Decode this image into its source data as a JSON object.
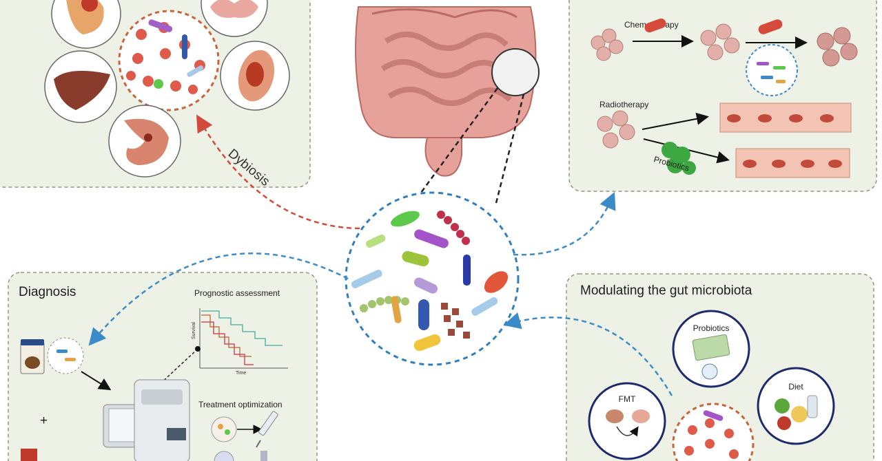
{
  "labels": {
    "dysbiosis": "Dybiosis",
    "chemotherapy": "Chemotherapy",
    "radiotherapy": "Radiotherapy",
    "probiotics_arrow": "Probiotics",
    "diagnosis": "Diagnosis",
    "prognostic": "Prognostic assessment",
    "survival_axis": "Survival",
    "time_axis": "Time",
    "treatment_opt": "Treatment optimization",
    "plus": "+",
    "modulating": "Modulating the gut microbiota",
    "probiotics_circle": "Probiotics",
    "diet": "Diet",
    "fmt": "FMT"
  },
  "colors": {
    "panel_fill": "#eef2e6",
    "panel_border": "#8f9a7a",
    "dysbiosis_arrow": "#d24a3a",
    "microbiota_arrow": "#3b8bc9",
    "zoom_line": "#222222",
    "intestine": "#e6a19a",
    "navy_circle": "#1d2a6b"
  },
  "icons": [
    "tumor-cluster-icon",
    "pill-capsule-icon",
    "bacteria-icon",
    "liver-icon",
    "stomach-icon",
    "intestine-icon",
    "stool-sample-icon",
    "sequencer-machine-icon",
    "syringe-icon",
    "petri-dish-icon",
    "vegetables-icon",
    "gut-lumen-icon"
  ]
}
